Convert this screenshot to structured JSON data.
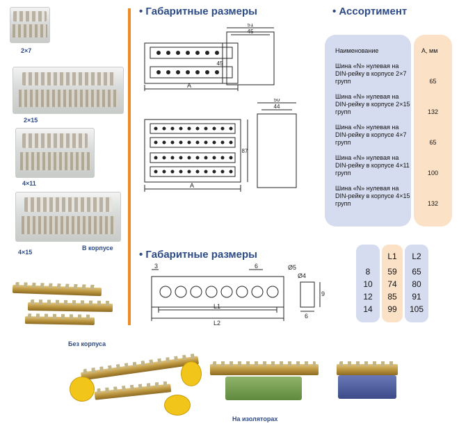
{
  "left_products": {
    "items": [
      {
        "label": "2×7"
      },
      {
        "label": "2×15"
      },
      {
        "label": "4×11"
      },
      {
        "label": "4×15"
      }
    ],
    "group_caption": "В корпусе",
    "bare_caption": "Без корпуса"
  },
  "bottom": {
    "caption": "На изоляторах"
  },
  "dims_top": {
    "title": "• Габаритные размеры",
    "drawing1": {
      "a": "A",
      "h": "45",
      "w_outer": "51",
      "w_inner": "45"
    },
    "drawing2": {
      "a": "A",
      "h": "87",
      "w_outer": "50",
      "w_inner": "44"
    }
  },
  "assortment": {
    "title": "• Ассортимент",
    "col_name": "Наименование",
    "col_a": "А, мм",
    "rows": [
      {
        "name": "Шина «N» нулевая на DIN-рейку в корпусе 2×7 групп",
        "a": "65"
      },
      {
        "name": "Шина «N» нулевая на DIN-рейку в корпусе 2×15 групп",
        "a": "132"
      },
      {
        "name": "Шина «N» нулевая на DIN-рейку в корпусе 4×7 групп",
        "a": "65"
      },
      {
        "name": "Шина «N» нулевая на DIN-рейку в корпусе 4×11 групп",
        "a": "100"
      },
      {
        "name": "Шина «N» нулевая на DIN-рейку в корпусе 4×15 групп",
        "a": "132"
      }
    ]
  },
  "dims_bottom": {
    "title": "• Габаритные размеры",
    "labels": {
      "d3": "3",
      "d6": "6",
      "d5": "Ø5",
      "d4": "Ø4",
      "d9": "9",
      "d6b": "6",
      "l1": "L1",
      "l2": "L2"
    }
  },
  "bar_table": {
    "headers": [
      "",
      "L1",
      "L2"
    ],
    "rows": [
      [
        "8",
        "59",
        "65"
      ],
      [
        "10",
        "74",
        "80"
      ],
      [
        "12",
        "85",
        "91"
      ],
      [
        "14",
        "99",
        "105"
      ]
    ]
  }
}
